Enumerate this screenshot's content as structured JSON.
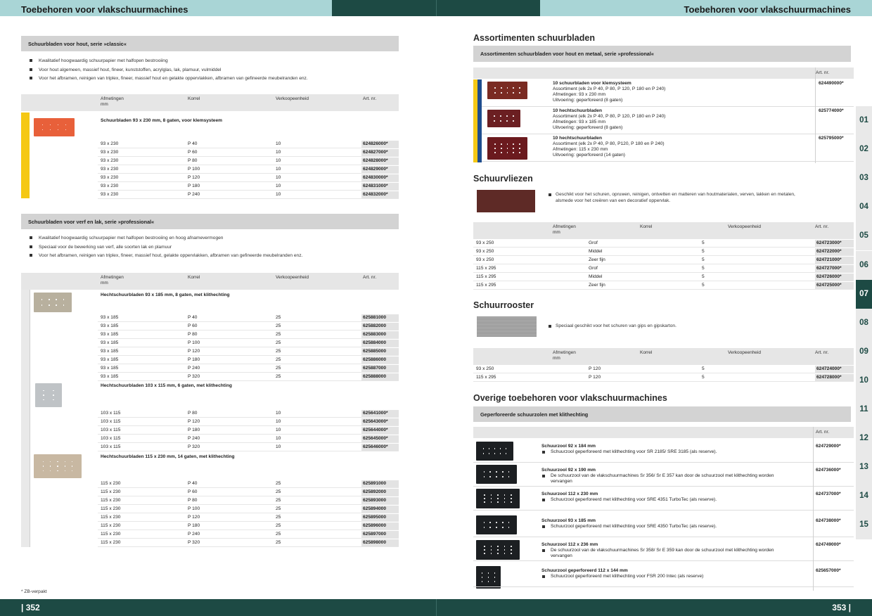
{
  "header": {
    "left_title": "Toebehoren voor vlakschuurmachines",
    "right_title": "Toebehoren voor vlakschuurmachines"
  },
  "colors": {
    "dark_green": "#1d4a44",
    "teal": "#a9d5d6",
    "yellow": "#f5c814",
    "blue": "#1f4d8e",
    "grey_bar": "#d3d3d3"
  },
  "left": {
    "s1": {
      "title": "Schuurbladen voor hout, serie »classic«",
      "bullets": [
        "Kwalitatief hoogwaardig schuurpapier met halfopen bestrooiing",
        "Voor hout algemeen, massief hout, fineer, kunststoffen, acrylglas, lak, plamuur, vulmiddel",
        "Voor het afbramen, reinigen van triplex, fineer, massief hout en gelakte oppervlakken, afbramen van gefineerde meubelranden enz."
      ],
      "headers": {
        "dim": "Afmetingen",
        "dim_unit": "mm",
        "grit": "Korrel",
        "unit": "Verkoopeenheid",
        "art": "Art. nr."
      },
      "product": "Schuurbladen 93 x 230 mm, 8 gaten, voor klemsysteem",
      "rows": [
        [
          "93 x 230",
          "P 40",
          "10",
          "624826000*"
        ],
        [
          "93 x 230",
          "P 60",
          "10",
          "624827000*"
        ],
        [
          "93 x 230",
          "P 80",
          "10",
          "624828000*"
        ],
        [
          "93 x 230",
          "P 100",
          "10",
          "624829000*"
        ],
        [
          "93 x 230",
          "P 120",
          "10",
          "624830000*"
        ],
        [
          "93 x 230",
          "P 180",
          "10",
          "624831000*"
        ],
        [
          "93 x 230",
          "P 240",
          "10",
          "624832000*"
        ]
      ]
    },
    "s2": {
      "title": "Schuurbladen voor verf en lak, serie »professional«",
      "bullets": [
        "Kwalitatief hoogwaardig schuurpapier met halfopen bestrooiing en hoog afnamevermogen",
        "Speciaal voor de bewerking van verf, alle soorten lak en plamuur",
        "Voor het afbramen, reinigen van triplex, fineer, massief hout, gelakte oppervlakken, afbramen van gefineerde meubelranden enz."
      ],
      "headers": {
        "dim": "Afmetingen",
        "dim_unit": "mm",
        "grit": "Korrel",
        "unit": "Verkoopeenheid",
        "art": "Art. nr."
      },
      "groups": [
        {
          "product": "Hechtschuurbladen 93 x 185 mm, 8 gaten, met klithechting",
          "rows": [
            [
              "93 x 185",
              "P 40",
              "25",
              "625881000"
            ],
            [
              "93 x 185",
              "P 60",
              "25",
              "625882000"
            ],
            [
              "93 x 185",
              "P 80",
              "25",
              "625883000"
            ],
            [
              "93 x 185",
              "P 100",
              "25",
              "625884000"
            ],
            [
              "93 x 185",
              "P 120",
              "25",
              "625885000"
            ],
            [
              "93 x 185",
              "P 180",
              "25",
              "625886000"
            ],
            [
              "93 x 185",
              "P 240",
              "25",
              "625887000"
            ],
            [
              "93 x 185",
              "P 320",
              "25",
              "625888000"
            ]
          ]
        },
        {
          "product": "Hechtschuurbladen 103 x 115 mm, 6 gaten, met klithechting",
          "rows": [
            [
              "103 x 115",
              "P 80",
              "10",
              "625641000*"
            ],
            [
              "103 x 115",
              "P 120",
              "10",
              "625643000*"
            ],
            [
              "103 x 115",
              "P 180",
              "10",
              "625644000*"
            ],
            [
              "103 x 115",
              "P 240",
              "10",
              "625645000*"
            ],
            [
              "103 x 115",
              "P 320",
              "10",
              "625646000*"
            ]
          ]
        },
        {
          "product": "Hechtschuurbladen 115 x 230 mm, 14 gaten, met klithechting",
          "rows": [
            [
              "115 x 230",
              "P 40",
              "25",
              "625891000"
            ],
            [
              "115 x 230",
              "P 60",
              "25",
              "625892000"
            ],
            [
              "115 x 230",
              "P 80",
              "25",
              "625893000"
            ],
            [
              "115 x 230",
              "P 100",
              "25",
              "625894000"
            ],
            [
              "115 x 230",
              "P 120",
              "25",
              "625895000"
            ],
            [
              "115 x 230",
              "P 180",
              "25",
              "625896000"
            ],
            [
              "115 x 230",
              "P 240",
              "25",
              "625897000"
            ],
            [
              "115 x 230",
              "P 320",
              "25",
              "625898000"
            ]
          ]
        }
      ]
    },
    "footnote": "* ZB-verpakt",
    "page_number": "| 352"
  },
  "right": {
    "assort": {
      "heading": "Assortimenten schuurbladen",
      "bar": "Assortimenten schuurbladen voor hout en metaal, serie »professional«",
      "art_header": "Art. nr.",
      "items": [
        {
          "title": "10 schuurbladen voor klemsysteem",
          "l1": "Assortiment (elk 2x P 40, P 80, P 120, P 180 en P 240)",
          "l2": "Afmetingen: 93 x 230 mm",
          "l3": "Uitvoering: geperforeerd (8 gaten)",
          "art": "624490000*"
        },
        {
          "title": "10 hechtschuurbladen",
          "l1": "Assortiment (elk 2x P 40, P 80, P 120, P 180 en P 240)",
          "l2": "Afmetingen: 93 x 185 mm",
          "l3": "Uitvoering: geperforeerd (8 gaten)",
          "art": "625774000*"
        },
        {
          "title": "10 hechtschuurbladen",
          "l1": "Assortiment (elk 2x P 40, P 80, P120, P 180 en P 240)",
          "l2": "Afmetingen: 115 x 230 mm",
          "l3": "Uitvoering: geperforeerd (14 gaten)",
          "art": "625795000*"
        }
      ]
    },
    "vliezen": {
      "heading": "Schuurvliezen",
      "bullet1": "Geschikt voor het schuren, opruwen, reinigen, ontvetten en matteren van houtmaterialen, verven, lakken en metalen,",
      "bullet2": "alsmede voor het creëren van een decoratief oppervlak.",
      "headers": {
        "dim": "Afmetingen",
        "dim_unit": "mm",
        "grit": "Korrel",
        "unit": "Verkoopeenheid",
        "art": "Art. nr."
      },
      "rows": [
        [
          "93 x 250",
          "Grof",
          "5",
          "624723000*"
        ],
        [
          "93 x 250",
          "Middel",
          "5",
          "624722000*"
        ],
        [
          "93 x 250",
          "Zeer fijn",
          "5",
          "624721000*"
        ],
        [
          "115 x 295",
          "Grof",
          "5",
          "624727000*"
        ],
        [
          "115 x 295",
          "Middel",
          "5",
          "624726000*"
        ],
        [
          "115 x 295",
          "Zeer fijn",
          "5",
          "624725000*"
        ]
      ]
    },
    "rooster": {
      "heading": "Schuurrooster",
      "bullet": "Speciaal geschikt voor het schuren van gips en gipskarton.",
      "headers": {
        "dim": "Afmetingen",
        "dim_unit": "mm",
        "grit": "Korrel",
        "unit": "Verkoopeenheid",
        "art": "Art. nr."
      },
      "rows": [
        [
          "93 x 250",
          "P 120",
          "5",
          "624724000*"
        ],
        [
          "115 x 295",
          "P 120",
          "5",
          "624728000*"
        ]
      ]
    },
    "overige": {
      "heading": "Overige toebehoren voor vlakschuurmachines",
      "bar": "Geperforeerde schuurzolen met klithechting",
      "art_header": "Art. nr.",
      "items": [
        {
          "title": "Schuurzool 92 x 184 mm",
          "l1": "Schuurzool geperforeerd met klithechting voor SR 2185/ SRE 3185 (als reserve).",
          "l2": "",
          "art": "624729000*"
        },
        {
          "title": "Schuurzool 92 x 190 mm",
          "l1": "De schuurzool van de vlakschuurmachines Sr 356/ Sr E 357 kan door de schuurzool met klithechting worden",
          "l2": "vervangen",
          "art": "624736000*"
        },
        {
          "title": "Schuurzool 112 x 230 mm",
          "l1": "Schuurzool geperforeerd met klithechting voor SRE 4351 TurboTec (als reserve).",
          "l2": "",
          "art": "624737000*"
        },
        {
          "title": "Schuurzool 93 x 185 mm",
          "l1": "Schuurzool geperforeerd met klithechting voor SRE 4350 TurboTec (als reserve).",
          "l2": "",
          "art": "624738000*"
        },
        {
          "title": "Schuurzool 112 x 236 mm",
          "l1": "De schuurzool van de vlakschuurmachines Sr 358/ Sr E 359 kan door de schuurzool met klithechting worden",
          "l2": "vervangen",
          "art": "624749000*"
        },
        {
          "title": "Schuurzool geperforeerd 112 x 144 mm",
          "l1": "Schuurzool geperforeerd met klithechting voor FSR 200 Intec (als reserve)",
          "l2": "",
          "art": "625657000*"
        }
      ]
    },
    "tabs": [
      "01",
      "02",
      "03",
      "04",
      "05",
      "06",
      "07",
      "08",
      "09",
      "10",
      "11",
      "12",
      "13",
      "14",
      "15"
    ],
    "active_tab": "07",
    "page_number": "353 |"
  }
}
